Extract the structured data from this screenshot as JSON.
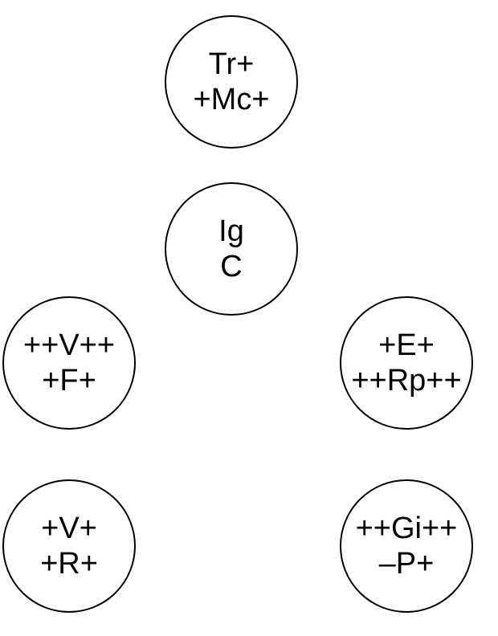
{
  "nodes": [
    {
      "line1": "Tr+",
      "line2": "+Mc+"
    },
    {
      "line1": "Ig",
      "line2": "C"
    },
    {
      "line1": "++V++",
      "line2": "+F+"
    },
    {
      "line1": "+E+",
      "line2": "++Rp++"
    },
    {
      "line1": "+V+",
      "line2": "+R+"
    },
    {
      "line1": "++Gi++",
      "line2": "–P+"
    }
  ]
}
